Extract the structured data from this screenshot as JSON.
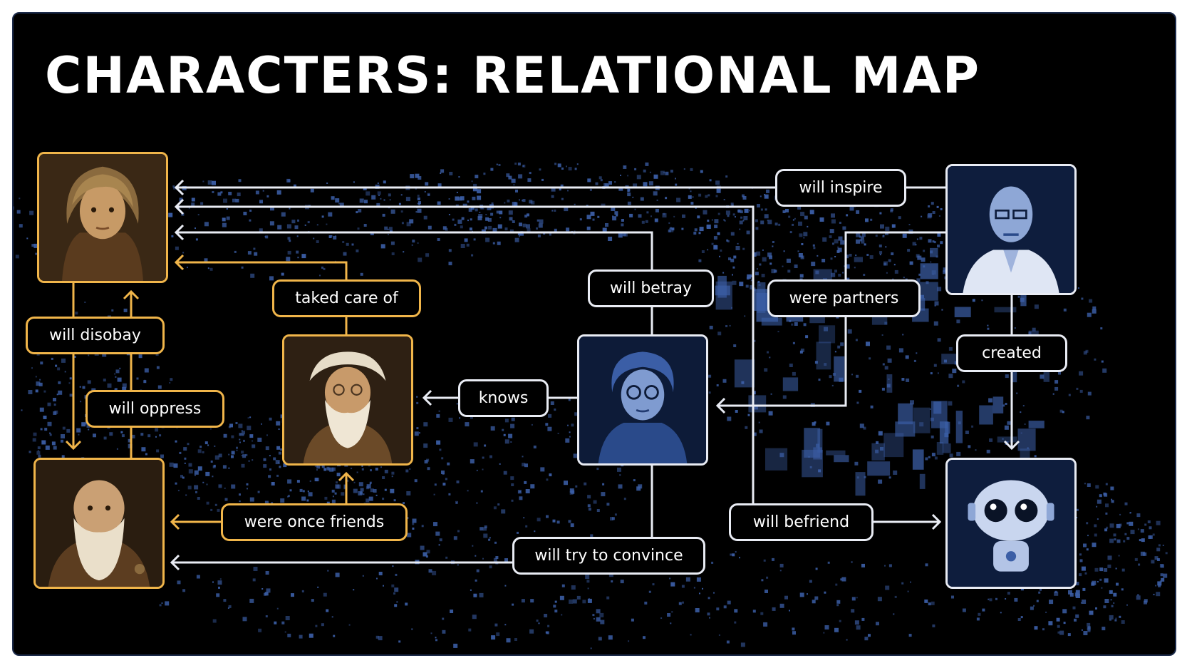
{
  "slide": {
    "title": "CHARACTERS: RELATIONAL MAP"
  },
  "colors": {
    "frame": "#000000",
    "gold": "#f0b54a",
    "white": "#e9ecf4",
    "map": "#3b5ea6"
  },
  "characters": [
    {
      "id": "young-woman",
      "description": "young woman with messy hair (sepia portrait)"
    },
    {
      "id": "old-bearded-man",
      "description": "old man with white beard (sepia portrait)"
    },
    {
      "id": "bald-bearded-man",
      "description": "bald man with long white beard (sepia portrait)"
    },
    {
      "id": "old-woman",
      "description": "older woman with glasses (blue portrait)"
    },
    {
      "id": "bald-scientist",
      "description": "bald man with glasses in lab coat (blue portrait)"
    },
    {
      "id": "robot",
      "description": "small round robot (blue portrait)"
    }
  ],
  "relations": {
    "will_inspire": "will inspire",
    "will_betray": "will betray",
    "were_partners": "were partners",
    "created": "created",
    "knows": "knows",
    "taked_care_of": "taked care of",
    "will_disobay": "will disobay",
    "will_oppress": "will oppress",
    "were_once_friends": "were once friends",
    "will_befriend": "will befriend",
    "will_try_to_convince": "will try to convince"
  }
}
